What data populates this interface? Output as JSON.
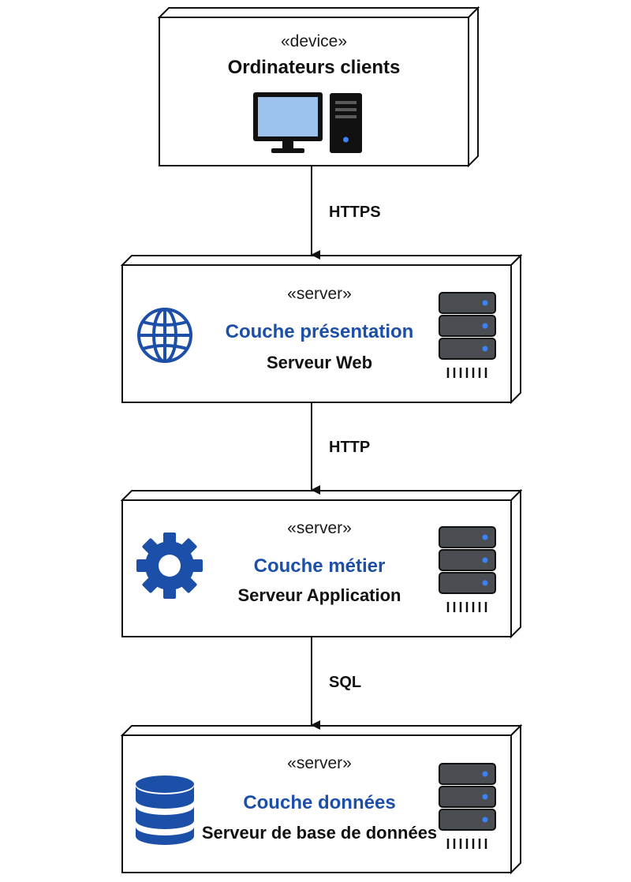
{
  "colors": {
    "accent_blue": "#1b4fa8",
    "outline": "#111111",
    "monitor_screen": "#9cc3ee",
    "server_unit": "#4a4d52",
    "led_blue": "#3b82f6"
  },
  "nodes": [
    {
      "stereotype": "«device»",
      "title": "Ordinateurs clients",
      "icon": "desktop-computer-icon"
    },
    {
      "stereotype": "«server»",
      "title": "Couche présentation",
      "subtitle": "Serveur Web",
      "icon": "globe-icon",
      "side_icon": "server-rack-icon"
    },
    {
      "stereotype": "«server»",
      "title": "Couche métier",
      "subtitle": "Serveur Application",
      "icon": "gear-icon",
      "side_icon": "server-rack-icon"
    },
    {
      "stereotype": "«server»",
      "title": "Couche données",
      "subtitle": "Serveur de base de données",
      "icon": "database-icon",
      "side_icon": "server-rack-icon"
    }
  ],
  "connections": [
    {
      "label": "HTTPS"
    },
    {
      "label": "HTTP"
    },
    {
      "label": "SQL"
    }
  ]
}
